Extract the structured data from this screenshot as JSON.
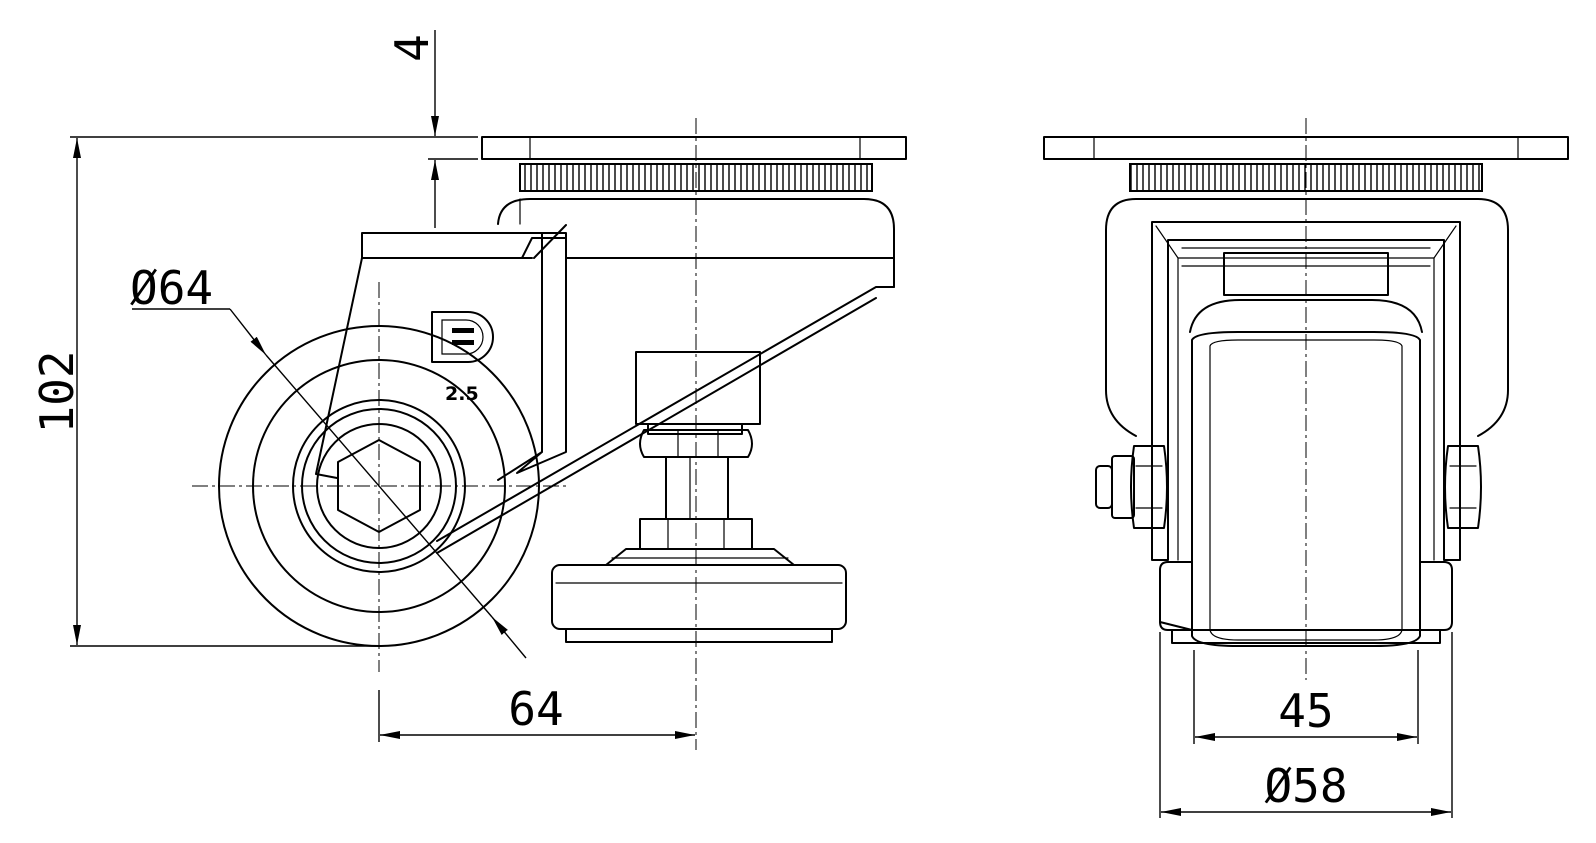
{
  "drawing": {
    "side_view": {
      "wheel_diameter_label": "Ø64",
      "overall_height_label": "102",
      "offset_label": "64",
      "top_plate_gap_label": "4",
      "load_capacity_mark": "2.5"
    },
    "front_view": {
      "wheel_width_label": "45",
      "foot_diameter_label": "Ø58"
    },
    "colors": {
      "line": "#000000",
      "background": "#ffffff"
    }
  }
}
